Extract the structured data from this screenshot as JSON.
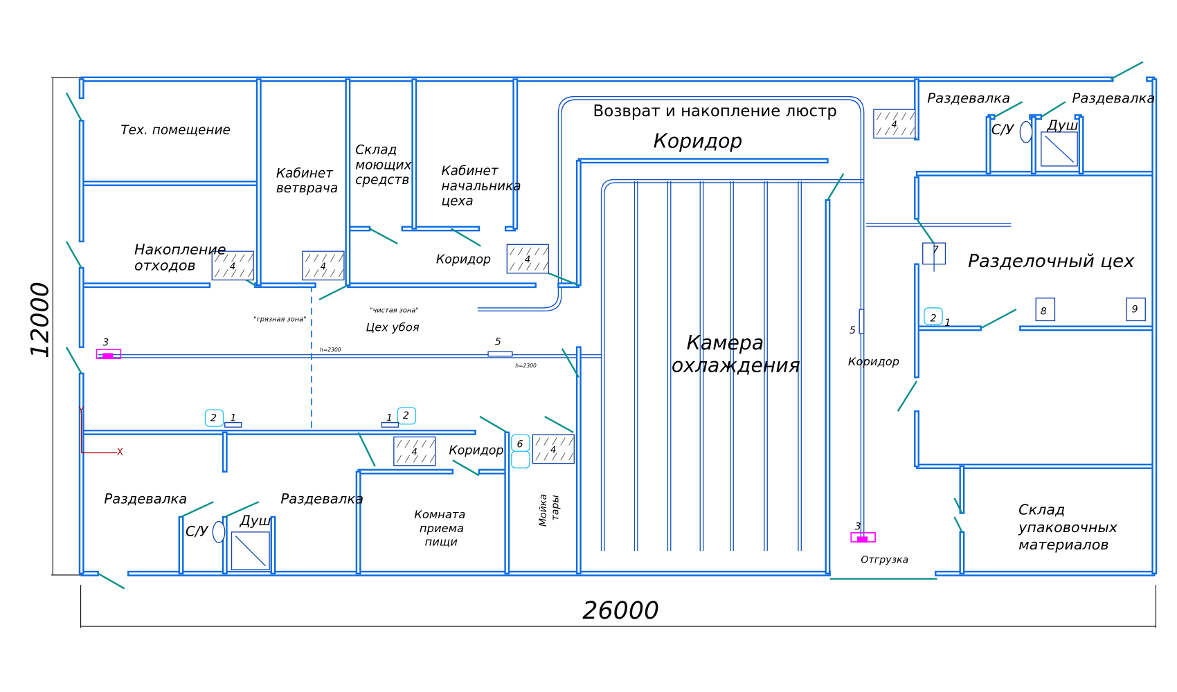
{
  "dimensions": {
    "width": "26000",
    "height": "12000"
  },
  "rooms": {
    "tech": "Тех. помещение",
    "vet1": "Кабинет",
    "vet2": "ветврача",
    "store1": "Склад",
    "store2": "моющих",
    "store3": "средств",
    "chief1": "Кабинет",
    "chief2": "начальника",
    "chief3": "цеха",
    "waste1": "Накопление",
    "waste2": "отходов",
    "corridor_small": "Коридор",
    "return": "Возврат и накопление люстр",
    "corridor_main": "Коридор",
    "dirty": "\"грязная зона\"",
    "clean": "\"чистая зона\"",
    "slaughter": "Цех убоя",
    "chamber1": "Камера",
    "chamber2": "охлаждения",
    "corridor_right": "Коридор",
    "cutting": "Разделочный цех",
    "locker_tr1": "Раздевалка",
    "locker_tr2": "Раздевалка",
    "wc_tr": "С/У",
    "shower_tr": "Душ",
    "locker_bl1": "Раздевалка",
    "locker_bl2": "Раздевалка",
    "wc_bl": "С/У",
    "shower_bl": "Душ",
    "food1": "Комната",
    "food2": "приема",
    "food3": "пищи",
    "wash1": "Мойка",
    "wash2": "тары",
    "corridor_bottom": "Коридор",
    "shipping": "Отгрузка",
    "pack1": "Склад",
    "pack2": "упаковочных",
    "pack3": "материалов"
  },
  "marks": {
    "m1": "1",
    "m2": "2",
    "m3": "3",
    "m4": "4",
    "m5": "5",
    "m6": "6",
    "m7": "7",
    "m8": "8",
    "m9": "9",
    "h_rail": "h=2300",
    "axis_x": "X",
    "axis_y": "Y"
  },
  "colors": {
    "wall": "#0a6be0",
    "door": "#0a8f8a",
    "rail": "#1050c0",
    "equipment_highlight": "#20c0f0",
    "hoist": "#ff00ff",
    "axis": "#a00000"
  }
}
